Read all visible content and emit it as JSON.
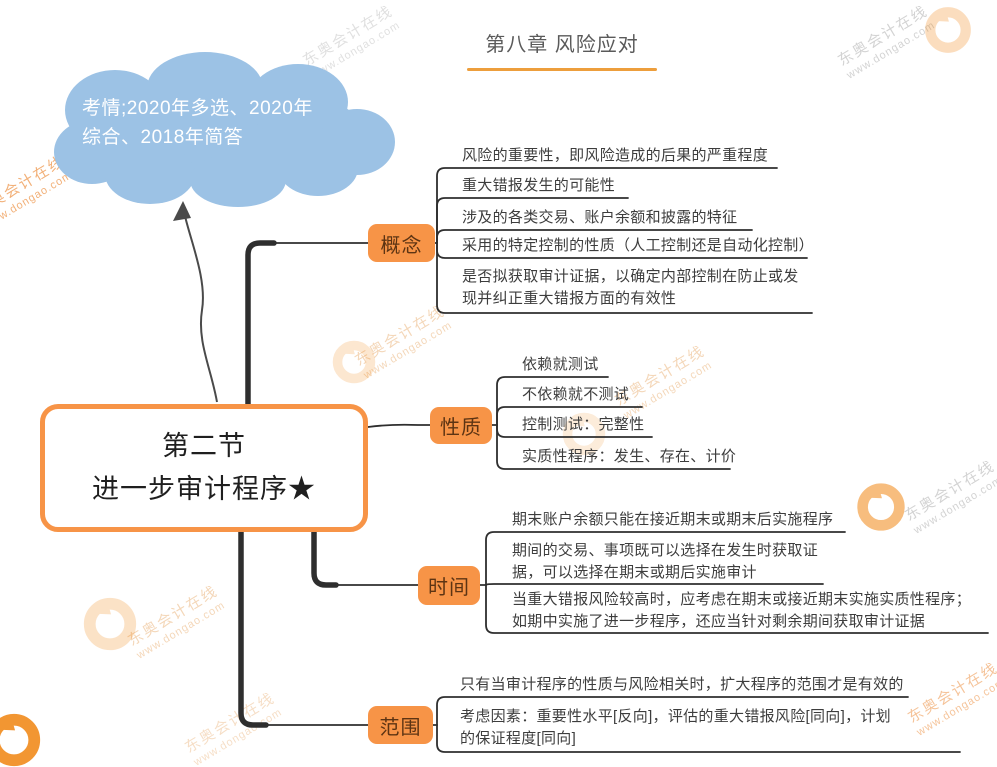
{
  "header": {
    "title": "第八章 风险应对"
  },
  "cloud": {
    "text": "考情;2020年多选、2020年\n综合、2018年简答"
  },
  "central": {
    "text": "第二节\n进一步审计程序★"
  },
  "branches": [
    {
      "label": "概念",
      "items": [
        {
          "text": "风险的重要性，即风险造成的后果的严重程度"
        },
        {
          "text": "重大错报发生的可能性"
        },
        {
          "text": "涉及的各类交易、账户余额和披露的特征"
        },
        {
          "text": "采用的特定控制的性质（人工控制还是自动化控制）"
        },
        {
          "text": "是否拟获取审计证据，以确定内部控制在防止或发\n现并纠正重大错报方面的有效性"
        }
      ]
    },
    {
      "label": "性质",
      "items": [
        {
          "text": "依赖就测试"
        },
        {
          "text": "不依赖就不测试"
        },
        {
          "text": "控制测试：完整性"
        },
        {
          "text": "实质性程序：发生、存在、计价"
        }
      ]
    },
    {
      "label": "时间",
      "items": [
        {
          "text": "期末账户余额只能在接近期末或期末后实施程序"
        },
        {
          "text": "期间的交易、事项既可以选择在发生时获取证\n据，可以选择在期末或期后实施审计"
        },
        {
          "text": "当重大错报风险较高时，应考虑在期末或接近期末实施实质性程序；\n如期中实施了进一步程序，还应当针对剩余期间获取审计证据"
        }
      ]
    },
    {
      "label": "范围",
      "items": [
        {
          "text": "只有当审计程序的性质与风险相关时，扩大程序的范围才是有效的"
        },
        {
          "text": "考虑因素：重要性水平[反向]，评估的重大错报风险[同向]，计划\n的保证程度[同向]"
        }
      ]
    }
  ],
  "watermark": {
    "brand": "东奥会计在线",
    "url": "www.dongao.com"
  },
  "colors": {
    "accent_orange": "#f79447",
    "title_underline": "#ed9e3c",
    "cloud_blue": "#9cc2e5",
    "line_dark": "#2e2e2e",
    "logo_orange": "#f07d00"
  }
}
